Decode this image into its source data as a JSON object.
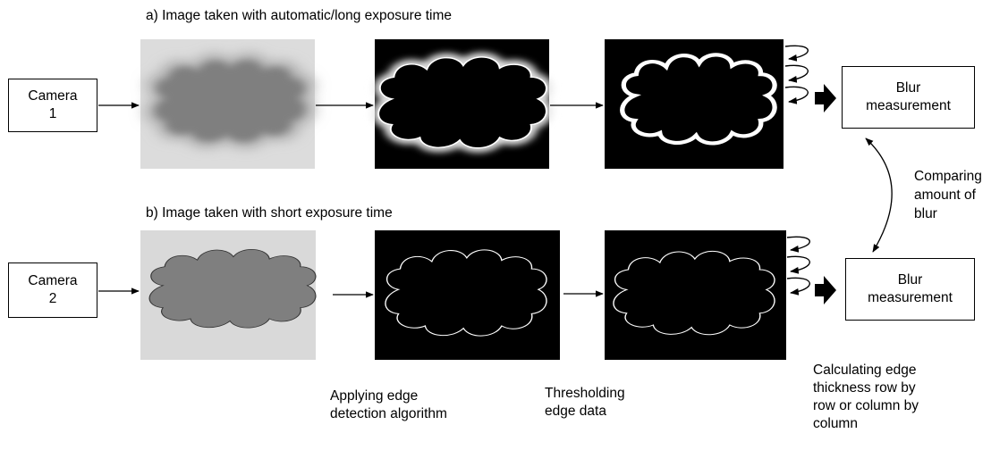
{
  "titles": {
    "a": "a) Image taken with automatic/long exposure time",
    "b": "b) Image taken with short exposure time"
  },
  "cameras": [
    {
      "line1": "Camera",
      "line2": "1"
    },
    {
      "line1": "Camera",
      "line2": "2"
    }
  ],
  "blur_boxes": [
    {
      "line1": "Blur",
      "line2": "measurement"
    },
    {
      "line1": "Blur",
      "line2": "measurement"
    }
  ],
  "comparing": {
    "line1": "Comparing",
    "line2": "amount of",
    "line3": "blur"
  },
  "captions": {
    "edge_detection": {
      "line1": "Applying edge",
      "line2": "detection algorithm"
    },
    "thresholding": {
      "line1": "Thresholding",
      "line2": "edge data"
    },
    "calculating": {
      "line1": "Calculating edge",
      "line2": "thickness row by",
      "line3": "row or column by",
      "line4": "column"
    }
  },
  "colors": {
    "blurred_bg": "#dcdcdc",
    "blurred_cloud": "#7f7f7f",
    "sharp_bg": "#d9d9d9",
    "sharp_cloud": "#7f7f7f",
    "edge_bg": "#000000",
    "edge_line": "#ffffff"
  },
  "icons": [
    "block-arrow-icon",
    "curved-arrow-icon"
  ]
}
